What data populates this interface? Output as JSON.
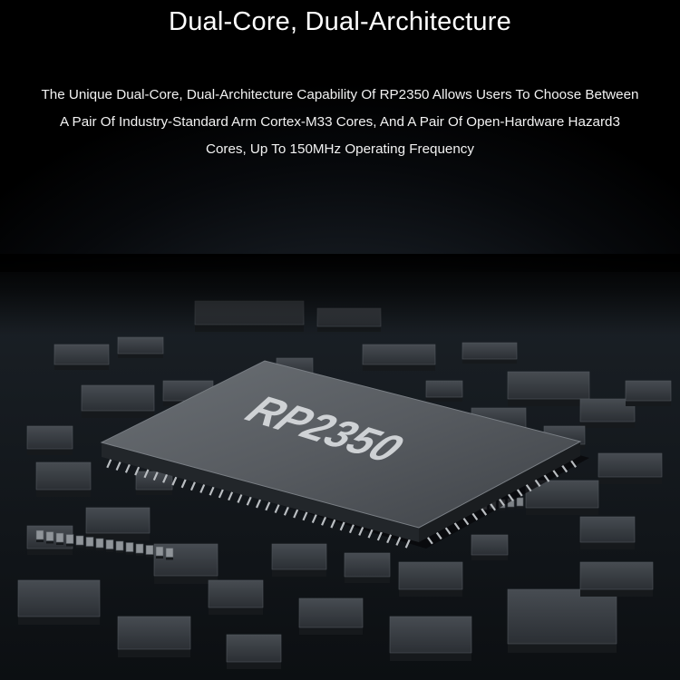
{
  "header": {
    "title": "Dual-Core, Dual-Architecture"
  },
  "description": {
    "lines": [
      "The Unique Dual-Core, Dual-Architecture Capability Of RP2350 Allows Users To Choose Between",
      "A Pair Of Industry-Standard Arm Cortex-M33 Cores, And A Pair Of Open-Hardware Hazard3",
      "Cores, Up To 150MHz Operating Frequency"
    ]
  },
  "image": {
    "chip_label": "RP2350",
    "colors": {
      "chip_top": "#5a5e63",
      "chip_side": "#2c3034",
      "board": "#14191e",
      "component": "#2f3439"
    }
  }
}
